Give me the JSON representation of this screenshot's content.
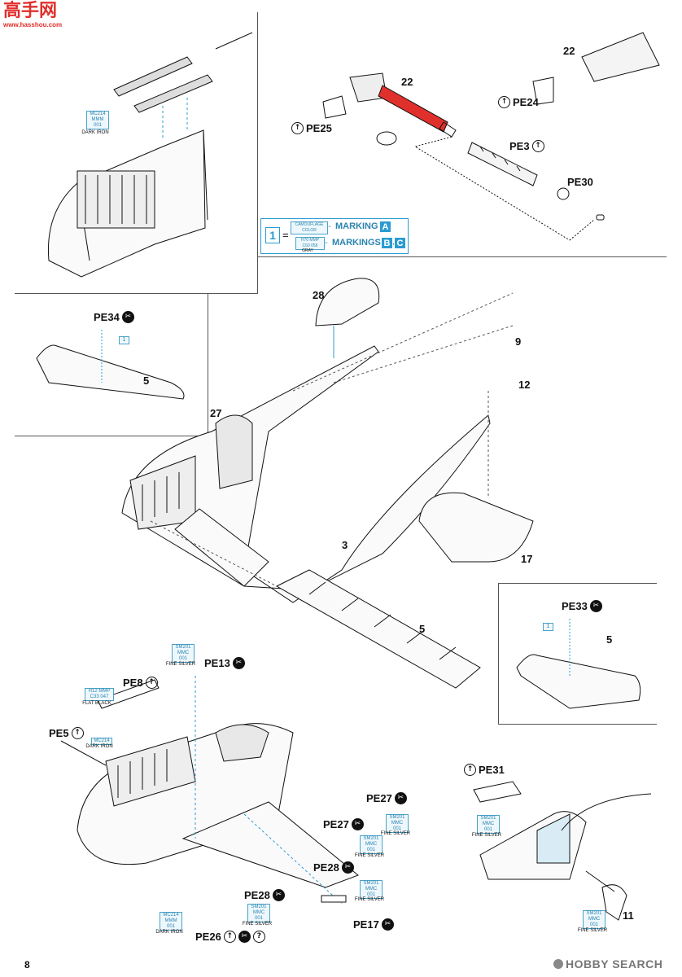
{
  "watermark_top": {
    "chars": "高手网",
    "url": "www.hasshou.com"
  },
  "legend": {
    "number": "1",
    "eq": "=",
    "row1_box": "CAMOUFLAGE\nCOLOR",
    "row1_dash": "-",
    "row1_label": "MARKING",
    "row1_badge": "A",
    "row2_box_a": "H70 MMP\nC60 056",
    "row2_box_b": "GRAY",
    "row2_dash": "-",
    "row2_label": "MARKINGS",
    "row2_badge_b": "B",
    "row2_sep": ",",
    "row2_badge_c": "C"
  },
  "colors": {
    "line": "#2b9bd1",
    "red_part": "#e0302c",
    "ink": "#111111"
  },
  "parts": {
    "p22a": "22",
    "p22b": "22",
    "p28": "28",
    "p9": "9",
    "p12": "12",
    "p27": "27",
    "p5a": "5",
    "p3": "3",
    "p17": "17",
    "p5b": "5",
    "p5c": "5",
    "p11": "11"
  },
  "pe": {
    "pe24": "PE24",
    "pe25": "PE25",
    "pe3": "PE3",
    "pe30": "PE30",
    "pe34": "PE34",
    "pe33": "PE33",
    "pe13": "PE13",
    "pe8": "PE8",
    "pe5": "PE5",
    "pe27a": "PE27",
    "pe27b": "PE27",
    "pe28a": "PE28",
    "pe28b": "PE28",
    "pe17": "PE17",
    "pe26": "PE26",
    "pe31": "PE31"
  },
  "sym": {
    "flip": "↑",
    "cut": "✂",
    "q": "?"
  },
  "small_boxes": {
    "pe34_num": "1",
    "pe33_num": "1"
  },
  "callouts": {
    "c1": {
      "box": "MC214\nMMM\n001",
      "label": "DARK IRON"
    },
    "c2": {
      "box": "SM201\nMMC\n001",
      "label": "FINE SILVER"
    },
    "c3": {
      "box": "H12 MMP\nC33 047",
      "label": "FLAT BLACK"
    },
    "c4": {
      "box": "MC214",
      "label": "DARK IRON"
    },
    "c5": {
      "box": "SM201\nMMC\n001",
      "label": "FINE SILVER"
    },
    "c6": {
      "box": "SM201\nMMC\n001",
      "label": "FINE SILVER"
    },
    "c7": {
      "box": "SM201\nMMC\n001",
      "label": "FINE SILVER"
    },
    "c8": {
      "box": "SM201\nMMC\n001",
      "label": "FINE SILVER"
    },
    "c9": {
      "box": "MC214\nMMM\n001",
      "label": "DARK IRON"
    },
    "c10": {
      "box": "SM201\nMMC\n001",
      "label": "FINE SILVER"
    },
    "c11": {
      "box": "SM201\nMMC\n001",
      "label": "FINE SILVER"
    }
  },
  "footer": {
    "page": "8",
    "brand": "HOBBY SEARCH"
  }
}
